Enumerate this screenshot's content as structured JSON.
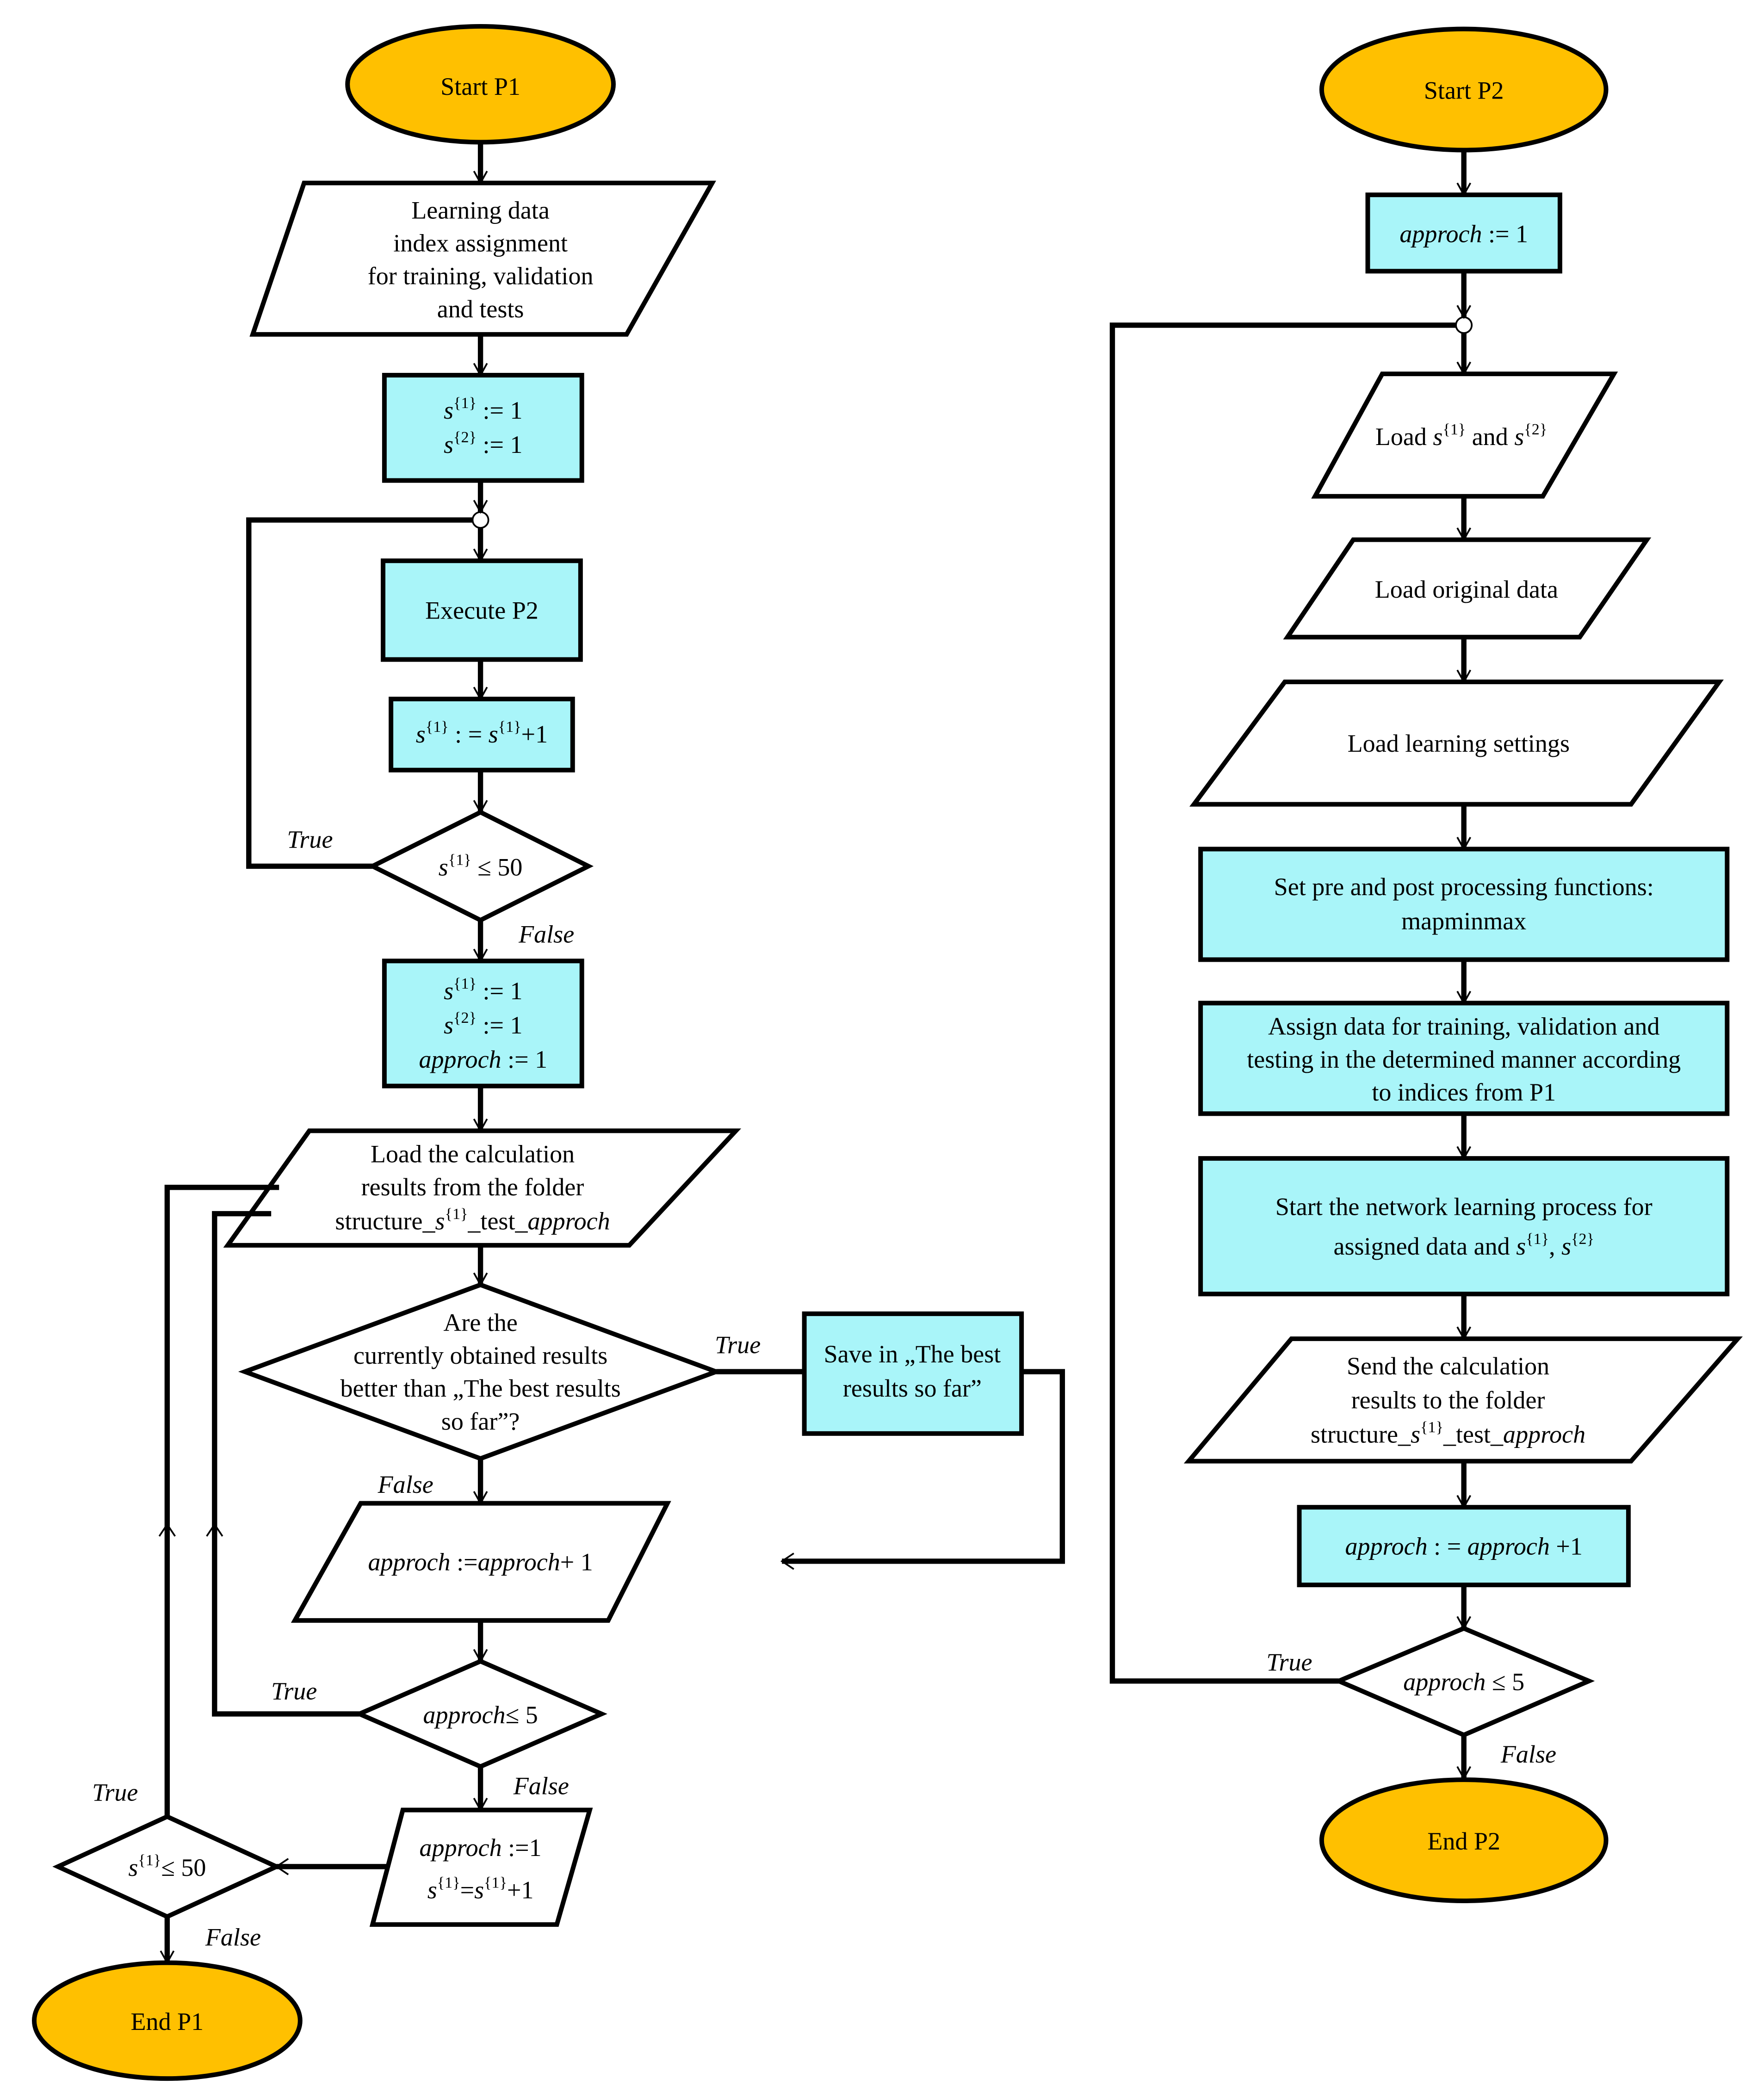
{
  "colors": {
    "terminal_fill": "#FFC000",
    "process_fill": "#A9F5F9",
    "io_fill": "#FFFFFF",
    "decision_fill": "#FFFFFF",
    "stroke": "#000000"
  },
  "p1": {
    "start": "Start P1",
    "learning_data": [
      "Learning data",
      "index assignment",
      "for training, validation",
      "and tests"
    ],
    "init": {
      "s1_sym": "s",
      "s1_sup": "{1}",
      "s1_assign": " := 1",
      "s2_sym": "s",
      "s2_sup": "{2}",
      "s2_assign": " := 1"
    },
    "execute": "Execute P2",
    "increment": {
      "lhs_sym": "s",
      "lhs_sup": "{1}",
      "op": " : = ",
      "rhs_sym": "s",
      "rhs_sup": "{1}",
      "rhs_tail": "+1"
    },
    "loop1_cond": {
      "sym": "s",
      "sup": "{1}",
      "rel": " ≤ 50"
    },
    "loop1_true": "True",
    "loop1_false": "False",
    "init2": {
      "s1_sym": "s",
      "s1_sup": "{1}",
      "s1_assign": " := 1",
      "s2_sym": "s",
      "s2_sup": "{2}",
      "s2_assign": " := 1",
      "approch": "approch",
      "approch_assign": "  := 1"
    },
    "load_results": {
      "line1": "Load the calculation",
      "line2": "results from the folder",
      "pre": "structure_",
      "sym": "s",
      "sup": "{1}",
      "mid": "_test_",
      "var": "approch"
    },
    "compare": [
      "Are the",
      "currently obtained results",
      "better than „The best results",
      "so far”?"
    ],
    "compare_true": "True",
    "compare_false": "False",
    "save": [
      "Save in „The best",
      "results so far”"
    ],
    "increment_approch": {
      "var1": "approch",
      "op": " :=",
      "var2": "approch",
      "tail": "+ 1"
    },
    "loop2_cond": {
      "var": "approch",
      "rel": "≤ 5"
    },
    "loop2_true": "True",
    "loop2_false": "False",
    "reset": {
      "var": "approch",
      "assign": " :=1",
      "lhs_sym": "s",
      "lhs_sup": "{1}",
      "eq": "=",
      "rhs_sym": "s",
      "rhs_sup": "{1}",
      "rhs_tail": "+1"
    },
    "loop3_cond": {
      "sym": "s",
      "sup": "{1}",
      "rel": "≤ 50"
    },
    "loop3_true": "True",
    "loop3_false": "False",
    "end": "End P1"
  },
  "p2": {
    "start": "Start P2",
    "init": {
      "var": "approch",
      "assign": " := 1"
    },
    "load_s": {
      "pre": "Load ",
      "sym1": "s",
      "sup1": "{1}",
      "mid": " and ",
      "sym2": "s",
      "sup2": "{2}"
    },
    "load_original": "Load original data",
    "load_settings": "Load learning settings",
    "set_functions": [
      "Set pre and post processing functions:",
      "mapminmax"
    ],
    "assign_data": [
      "Assign data for training, validation and",
      "testing in the determined manner according",
      "to indices from P1"
    ],
    "start_learning": {
      "line1": "Start the network learning process for",
      "pre": "assigned data and ",
      "sym1": "s",
      "sup1": "{1}",
      "sep": ", ",
      "sym2": "s",
      "sup2": "{2}"
    },
    "send_results": {
      "line1": "Send the calculation",
      "line2": "results to the folder",
      "pre": "structure_",
      "sym": "s",
      "sup": "{1}",
      "mid": "_test_",
      "var": "approch"
    },
    "increment": {
      "var1": "approch",
      "op": " : = ",
      "var2": "approch",
      "tail": " +1"
    },
    "loop_cond": {
      "var": "approch",
      "rel": "  ≤ 5"
    },
    "loop_true": "True",
    "loop_false": "False",
    "end": "End P2"
  }
}
